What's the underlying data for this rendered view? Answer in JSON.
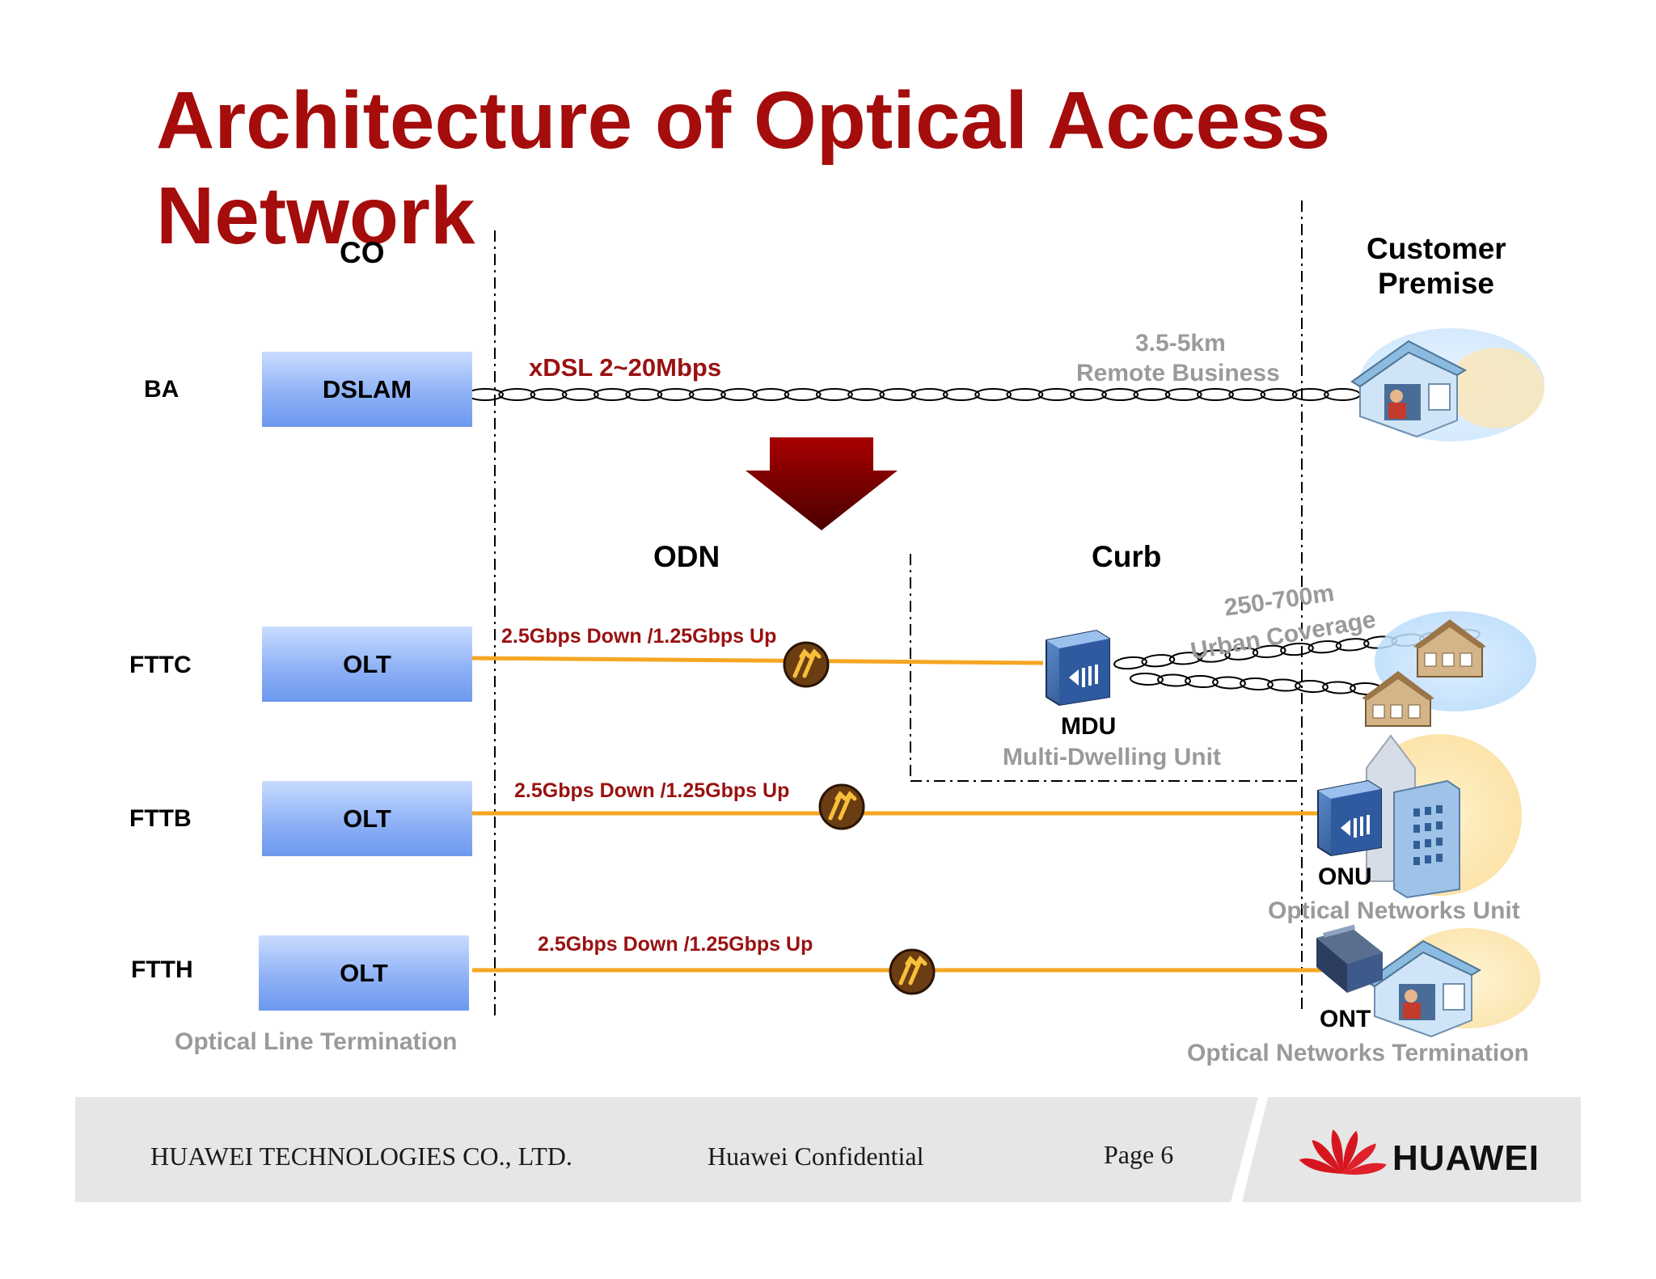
{
  "title": "Architecture of Optical Access Network",
  "zones": {
    "co": "CO",
    "customer_line1": "Customer",
    "customer_line2": "Premise",
    "odn": "ODN",
    "curb": "Curb"
  },
  "rows": [
    {
      "label": "BA",
      "box": "DSLAM",
      "link": "xDSL 2~20Mbps"
    },
    {
      "label": "FTTC",
      "box": "OLT",
      "link": "2.5Gbps Down /1.25Gbps Up"
    },
    {
      "label": "FTTB",
      "box": "OLT",
      "link": "2.5Gbps Down /1.25Gbps Up"
    },
    {
      "label": "FTTH",
      "box": "OLT",
      "link": "2.5Gbps Down /1.25Gbps Up"
    }
  ],
  "olt_caption": "Optical Line Termination",
  "remote": {
    "distance": "3.5-5km",
    "desc": "Remote Business"
  },
  "urban": {
    "distance": "250-700m",
    "desc": "Urban Coverage"
  },
  "mdu": {
    "name": "MDU",
    "desc": "Multi-Dwelling Unit"
  },
  "onu": {
    "name": "ONU",
    "desc": "Optical Networks Unit"
  },
  "ont": {
    "name": "ONT",
    "desc": "Optical Networks Termination"
  },
  "icons": {
    "splitter": "optical-splitter-icon",
    "mdu": "mdu-device-icon",
    "onu": "onu-device-icon",
    "ont": "ont-device-icon",
    "house": "house-icon",
    "building": "office-building-icon",
    "arrow": "down-arrow-icon",
    "logo": "huawei-petal-logo"
  },
  "colors": {
    "title": "#a50c0c",
    "fiber": "#f5a623",
    "box_gradient_top": "#c9dcff",
    "box_gradient_bottom": "#6d98ee",
    "speed_text": "#9a1111",
    "caption_gray": "#9a9a9a",
    "arrow_top": "#8b0000",
    "footer_bg": "#e6e6e6"
  },
  "footer": {
    "company": "HUAWEI TECHNOLOGIES CO., LTD.",
    "confidential": "Huawei Confidential",
    "page": "Page 6",
    "logo_text": "HUAWEI"
  }
}
